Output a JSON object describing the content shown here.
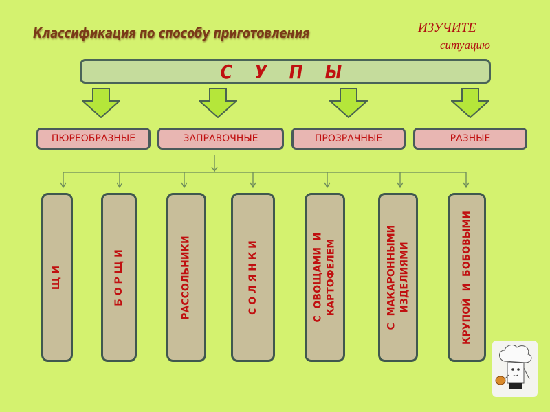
{
  "title": "Классификация  по способу  приготовления",
  "study": {
    "line1": "ИЗУЧИТЕ",
    "line2": "ситуацию"
  },
  "root": {
    "label": "С У П Ы"
  },
  "categories": [
    {
      "label": "ПЮРЕОБРАЗНЫЕ"
    },
    {
      "label": "ЗАПРАВОЧНЫЕ"
    },
    {
      "label": "ПРОЗРАЧНЫЕ"
    },
    {
      "label": "РАЗНЫЕ"
    }
  ],
  "subtypes": [
    {
      "label": "Щ И"
    },
    {
      "label": "Б О Р Щ И"
    },
    {
      "label": "РАССОЛЬНИКИ"
    },
    {
      "label": "С О Л Я Н К И"
    },
    {
      "label": "С  ОВОЩАМИ  И\nКАРТОФЕЛЕМ"
    },
    {
      "label": "С  МАКАРОННЫМИ\nИЗДЕЛИЯМИ"
    },
    {
      "label": "КРУПОЙ  И  БОБОВЫМИ"
    }
  ],
  "colors": {
    "background": "#d4f26f",
    "accent_text": "#c01010",
    "arrow_fill": "#b5e63a"
  }
}
